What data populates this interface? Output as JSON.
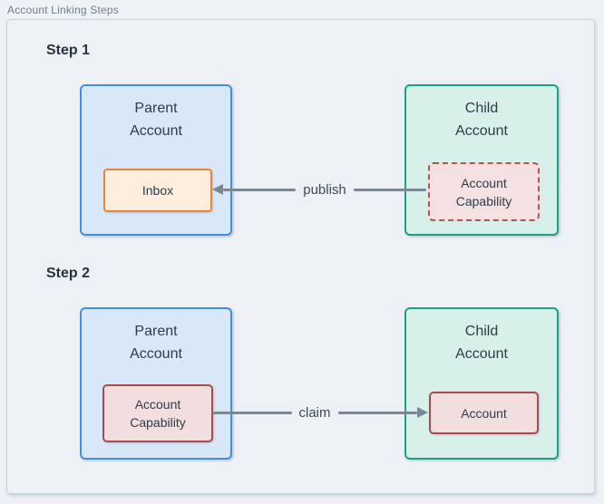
{
  "diagram": {
    "title": "Account Linking Steps",
    "steps": [
      {
        "heading": "Step 1",
        "parent": {
          "title": "Parent\nAccount",
          "inner": "Inbox"
        },
        "child": {
          "title": "Child\nAccount",
          "inner": "Account\nCapability"
        },
        "arrow": {
          "label": "publish",
          "direction": "left",
          "from": "Account Capability",
          "to": "Inbox"
        }
      },
      {
        "heading": "Step 2",
        "parent": {
          "title": "Parent\nAccount",
          "inner": "Account\nCapability"
        },
        "child": {
          "title": "Child\nAccount",
          "inner": "Account"
        },
        "arrow": {
          "label": "claim",
          "direction": "right",
          "from": "Account Capability",
          "to": "Account"
        }
      }
    ],
    "colors": {
      "page_background": "#eef1f5",
      "container_border": "#c8d2da",
      "parent_fill": "#d9e8f8",
      "parent_border": "#4290dd",
      "child_fill": "#d7f0ea",
      "child_border": "#1aa186",
      "inbox_fill": "#fdeddd",
      "inbox_border": "#e8843e",
      "capability_fill": "#f4e0e1",
      "capability_border_dashed": "#b35450",
      "capability_border_solid": "#a84a4e",
      "arrow": "#7b8894",
      "text": "#2d3c4b"
    }
  }
}
